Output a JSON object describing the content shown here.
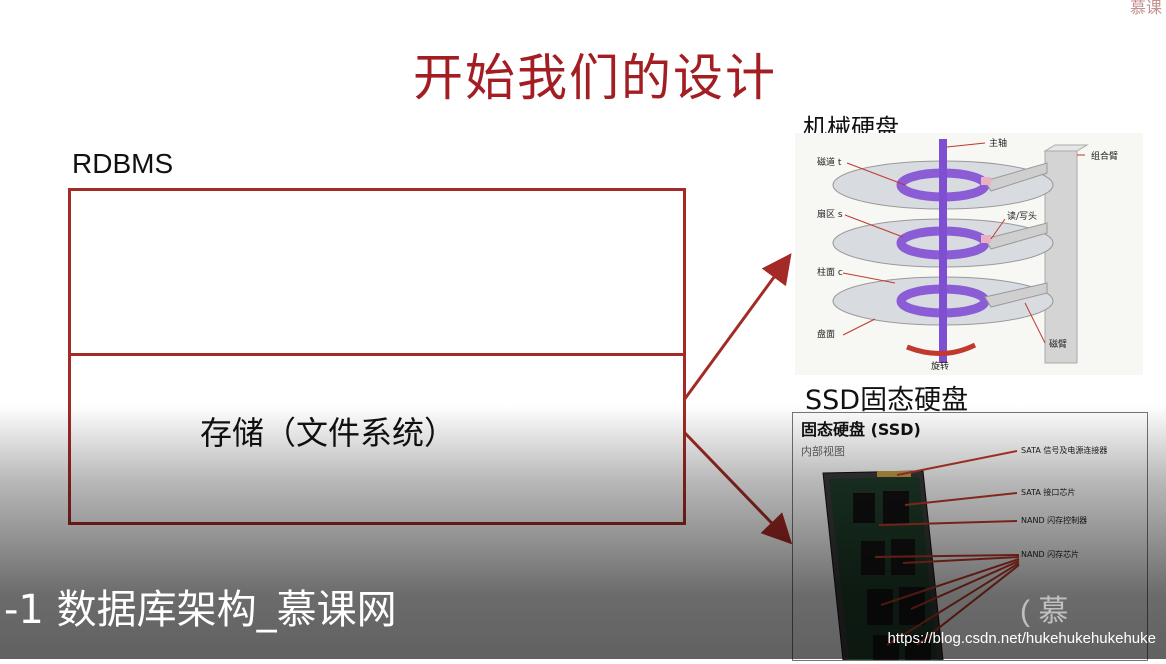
{
  "slide": {
    "corner_text": "慕课",
    "title": "开始我们的设计",
    "rdbms_label": "RDBMS",
    "storage_label": "存储（文件系统）"
  },
  "hdd": {
    "title": "机械硬盘",
    "labels": {
      "spindle": "主轴",
      "arm_assembly": "组合臂",
      "track": "磁道 t",
      "sector": "扇区 s",
      "head": "读/写头",
      "cylinder": "柱面 c",
      "platter": "盘面",
      "arm": "磁臂",
      "rotation": "旋转"
    }
  },
  "ssd": {
    "title": "SSD固态硬盘",
    "inner_title": "固态硬盘 (SSD)",
    "inner_subtitle": "内部视图",
    "labels": {
      "sata_connector": "SATA 信号及电源连接器",
      "sata_chip": "SATA 接口芯片",
      "nand_controller": "NAND 闪存控制器",
      "nand_chips": "NAND 闪存芯片"
    }
  },
  "overlay": {
    "subtitle": "-1 数据库架构_慕课网",
    "watermark": "https://blog.csdn.net/hukehukehukehuke",
    "logo": "( 慕"
  },
  "colors": {
    "title": "#a31e22",
    "box_border": "#a32a26",
    "arrow": "#a32a26",
    "ring": "#8a5cd6"
  }
}
